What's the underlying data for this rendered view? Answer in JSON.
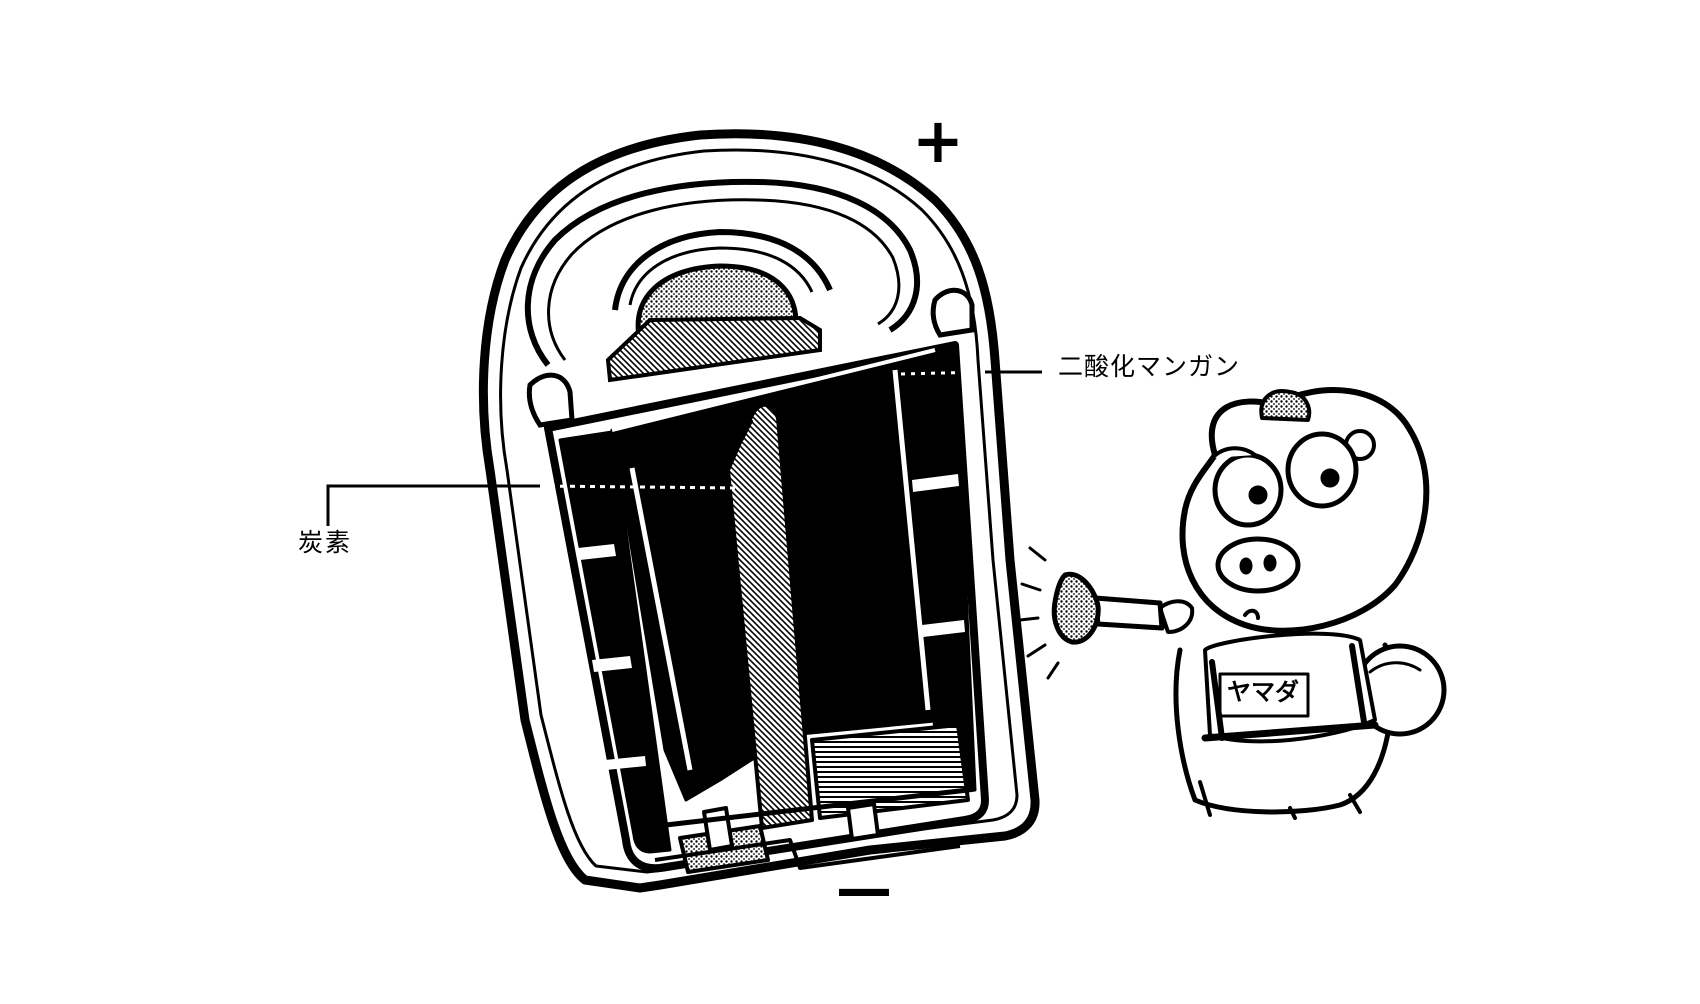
{
  "diagram": {
    "terminals": {
      "positive": "+",
      "negative": "—"
    },
    "labels": {
      "manganese_dioxide": "二酸化マンガン",
      "carbon": "炭素"
    },
    "mascot": {
      "shirt_text": "ヤマダ"
    }
  }
}
